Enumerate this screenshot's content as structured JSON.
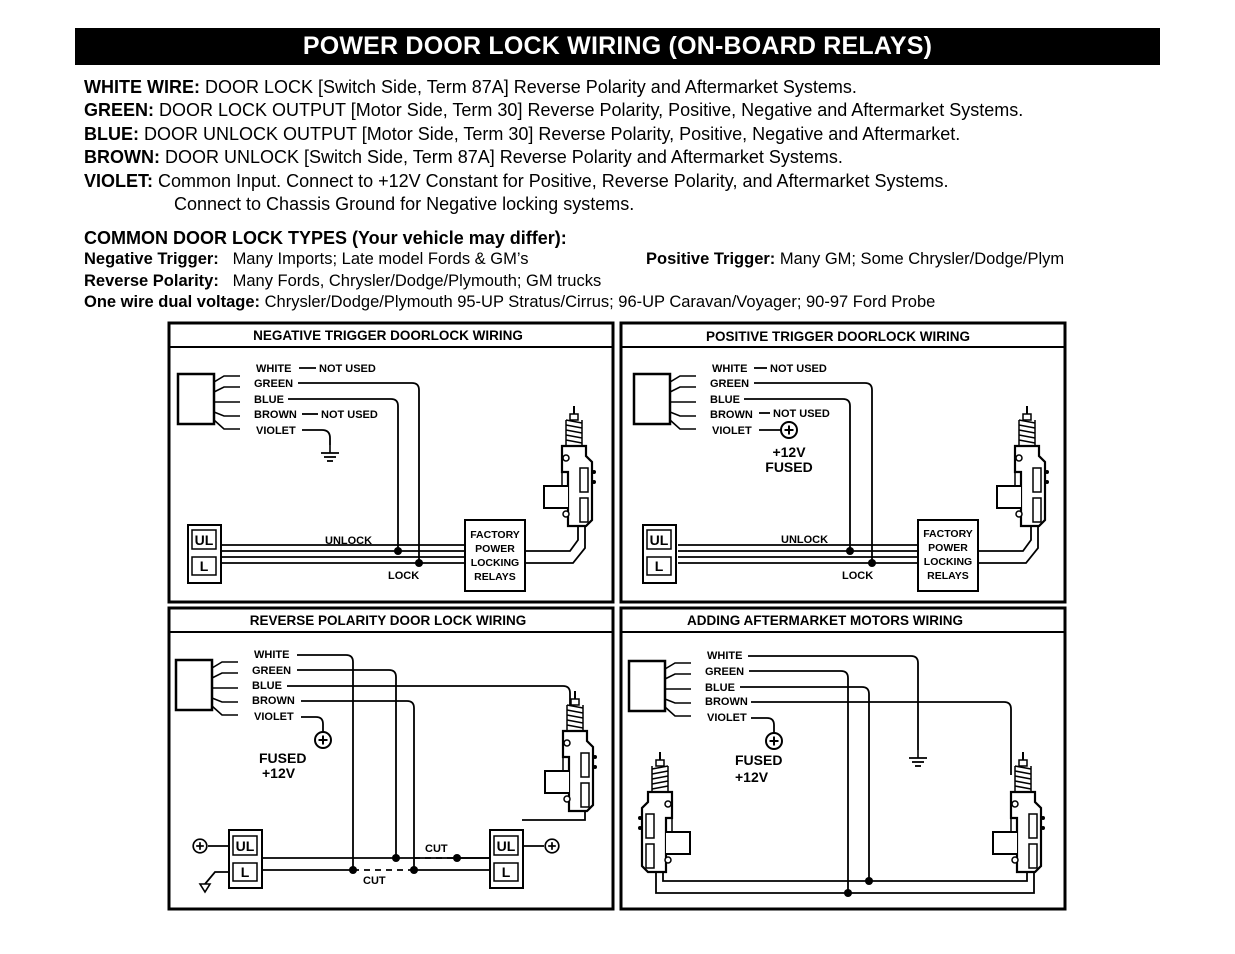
{
  "title": "POWER DOOR LOCK WIRING (ON-BOARD RELAYS)",
  "wire_descriptions": [
    {
      "label": "WHITE WIRE:",
      "text": " DOOR LOCK [Switch Side, Term 87A] Reverse Polarity and Aftermarket Systems."
    },
    {
      "label": "GREEN:",
      "text": " DOOR LOCK OUTPUT [Motor Side, Term 30] Reverse Polarity, Positive, Negative and Aftermarket Systems."
    },
    {
      "label": "BLUE:",
      "text": " DOOR UNLOCK OUTPUT [Motor Side, Term 30] Reverse Polarity, Positive, Negative and Aftermarket."
    },
    {
      "label": "BROWN:",
      "text": " DOOR UNLOCK [Switch Side, Term 87A] Reverse Polarity and Aftermarket Systems."
    },
    {
      "label": "VIOLET:",
      "text": " Common Input.  Connect to +12V Constant for Positive, Reverse Polarity, and Aftermarket Systems."
    }
  ],
  "violet_continuation": "Connect to Chassis Ground for Negative locking systems.",
  "types_heading": "COMMON DOOR LOCK TYPES (Your vehicle may differ):",
  "types": {
    "negative_label": "Negative Trigger:",
    "negative_text": "Many Imports; Late model Fords & GM’s",
    "positive_label": "Positive Trigger:",
    "positive_text": " Many GM; Some Chrysler/Dodge/Plym",
    "reverse_label": "Reverse Polarity:",
    "reverse_text": "Many Fords, Chrysler/Dodge/Plymouth; GM trucks",
    "onewire_label": "One wire dual voltage:",
    "onewire_text": " Chrysler/Dodge/Plymouth 95-UP Stratus/Cirrus; 96-UP Caravan/Voyager; 90-97 Ford Probe"
  },
  "wire_labels": {
    "white": "WHITE",
    "green": "GREEN",
    "blue": "BLUE",
    "brown": "BROWN",
    "violet": "VIOLET"
  },
  "common": {
    "not_used": "NOT USED",
    "unlock": "UNLOCK",
    "lock": "LOCK",
    "ul": "UL",
    "l": "L",
    "cut": "CUT",
    "relay_lines": [
      "FACTORY",
      "POWER",
      "LOCKING",
      "RELAYS"
    ],
    "plus12_fused_a": "+12V",
    "plus12_fused_b": "FUSED",
    "fused": "FUSED",
    "plus12": "+12V"
  },
  "panels": {
    "negative": "NEGATIVE TRIGGER DOORLOCK WIRING",
    "positive": "POSITIVE TRIGGER DOORLOCK WIRING",
    "reverse": "REVERSE POLARITY DOOR LOCK WIRING",
    "aftermarket": "ADDING AFTERMARKET MOTORS WIRING"
  }
}
